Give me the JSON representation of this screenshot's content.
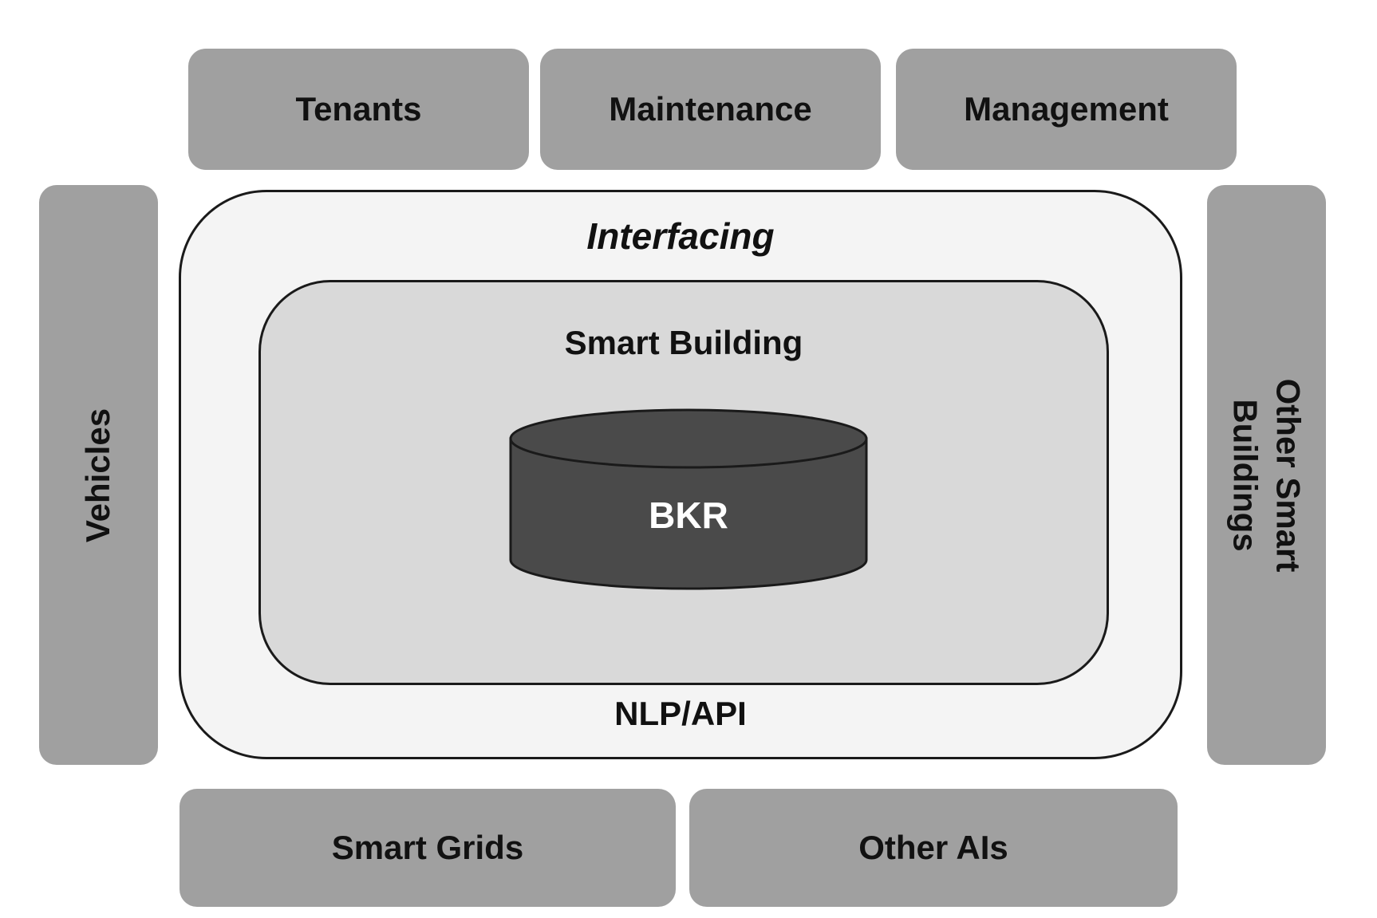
{
  "top_boxes": {
    "tenants": "Tenants",
    "maintenance": "Maintenance",
    "management": "Management"
  },
  "side_boxes": {
    "vehicles": "Vehicles",
    "other_smart_buildings_line1": "Other Smart",
    "other_smart_buildings_line2": "Buildings"
  },
  "bottom_boxes": {
    "smart_grids": "Smart Grids",
    "other_ais": "Other AIs"
  },
  "interfacing": {
    "title": "Interfacing",
    "bottom_label": "NLP/API"
  },
  "smart_building": {
    "title": "Smart Building",
    "database_label": "BKR"
  },
  "colors": {
    "outer_box_fill": "#a0a0a0",
    "interfacing_fill": "#f4f4f4",
    "smart_building_fill": "#d9d9d9",
    "database_fill": "#4a4a4a",
    "database_text": "#ffffff"
  },
  "icons": {
    "database": "database-cylinder-icon"
  }
}
